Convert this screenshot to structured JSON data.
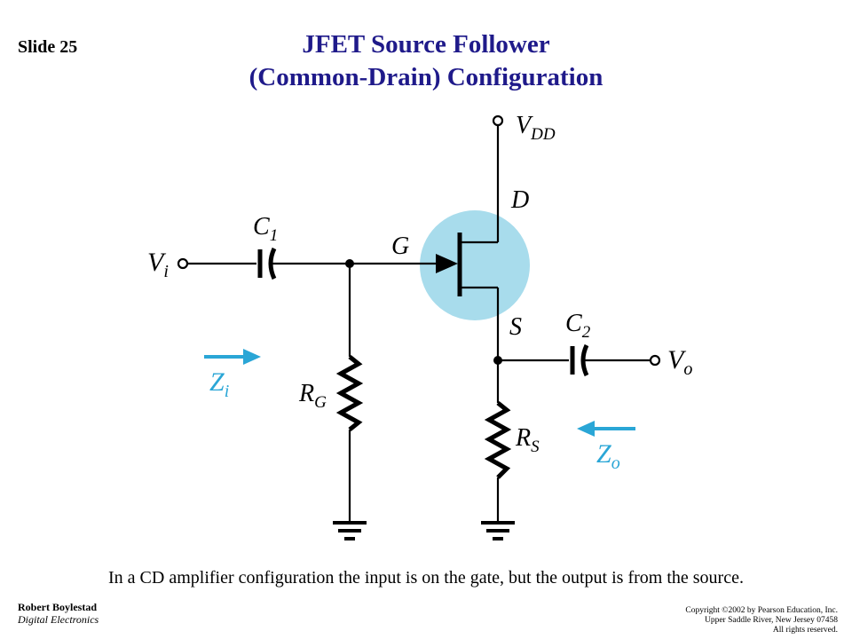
{
  "slide_label": "Slide 25",
  "title": {
    "line1": "JFET Source Follower",
    "line2": "(Common-Drain) Configuration"
  },
  "diagram": {
    "labels": {
      "vdd_main": "V",
      "vdd_sub": "DD",
      "drain": "D",
      "gate": "G",
      "source": "S",
      "vi_main": "V",
      "vi_sub": "i",
      "c1_main": "C",
      "c1_sub": "1",
      "c2_main": "C",
      "c2_sub": "2",
      "vo_main": "V",
      "vo_sub": "o",
      "rg_main": "R",
      "rg_sub": "G",
      "rs_main": "R",
      "rs_sub": "S",
      "zi_main": "Z",
      "zi_sub": "i",
      "zo_main": "Z",
      "zo_sub": "o"
    },
    "colors": {
      "wire": "#000000",
      "highlight": "#a8dcec",
      "arrow": "#2aa6d6",
      "title": "#1f1a8a"
    }
  },
  "caption": "In a CD amplifier configuration the input is on the gate, but the output is from the source.",
  "footer": {
    "author": "Robert Boylestad",
    "book": "Digital Electronics",
    "copyright_line1": "Copyright ©2002 by Pearson Education, Inc.",
    "copyright_line2": "Upper Saddle River, New Jersey 07458",
    "copyright_line3": "All rights reserved."
  }
}
